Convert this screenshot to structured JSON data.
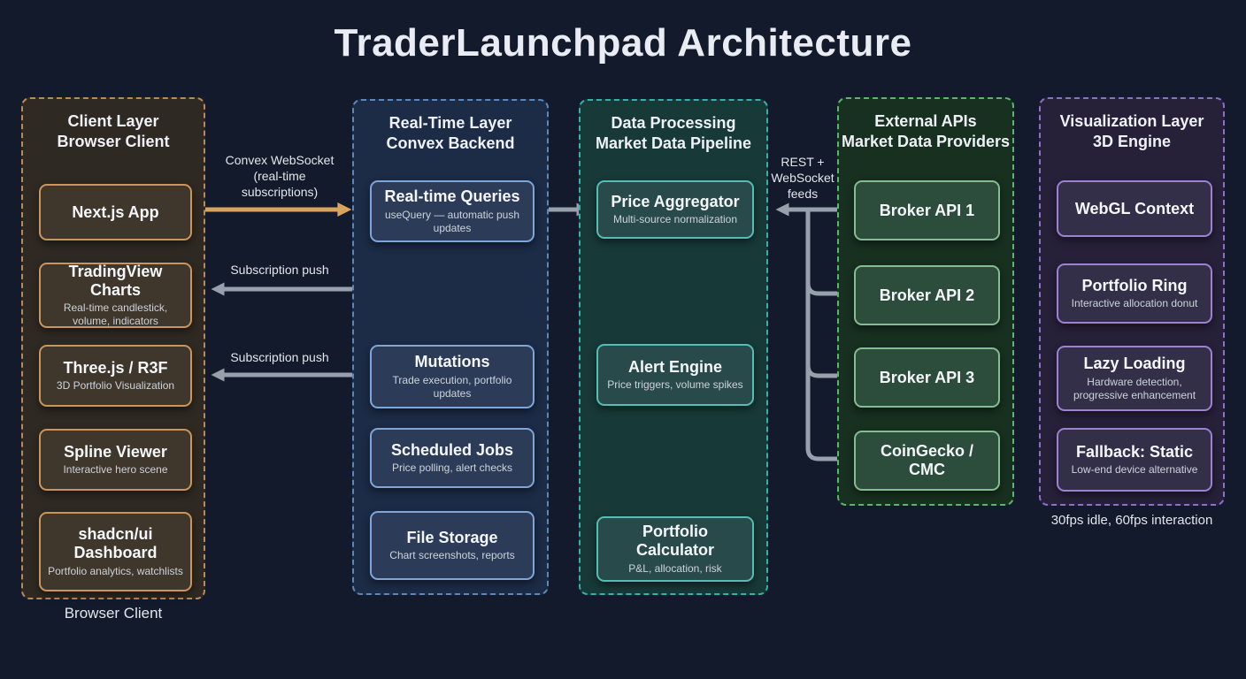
{
  "title": "TraderLaunchpad Architecture",
  "colors": {
    "background": "#131a2b",
    "arrow_orange": "#d9a55e",
    "arrow_gray": "#97a1ae",
    "arrow_teal": "#38a79e",
    "client_accent": "#cb955c",
    "realtime_accent": "#7ea6d8",
    "processing_accent": "#54beb5",
    "external_accent": "#84bd90",
    "visualization_accent": "#9d81d2"
  },
  "columns": {
    "client": {
      "header": "Client Layer\nBrowser Client",
      "caption": "Browser Client",
      "boxes": {
        "nextjs": {
          "title": "Next.js App"
        },
        "tradingview": {
          "title": "TradingView Charts",
          "subtitle": "Real-time candlestick, volume, indicators"
        },
        "threejs": {
          "title": "Three.js / R3F",
          "subtitle": "3D Portfolio Visualization"
        },
        "spline": {
          "title": "Spline Viewer",
          "subtitle": "Interactive hero scene"
        },
        "shadcn": {
          "title": "shadcn/ui Dashboard",
          "subtitle": "Portfolio analytics, watchlists"
        }
      }
    },
    "realtime": {
      "header": "Real-Time Layer\nConvex Backend",
      "boxes": {
        "queries": {
          "title": "Real-time Queries",
          "subtitle": "useQuery — automatic push updates"
        },
        "mutations": {
          "title": "Mutations",
          "subtitle": "Trade execution, portfolio updates"
        },
        "jobs": {
          "title": "Scheduled Jobs",
          "subtitle": "Price polling, alert checks"
        },
        "storage": {
          "title": "File Storage",
          "subtitle": "Chart screenshots, reports"
        }
      }
    },
    "processing": {
      "header": "Data Processing\nMarket Data Pipeline",
      "boxes": {
        "aggregator": {
          "title": "Price Aggregator",
          "subtitle": "Multi-source normalization"
        },
        "alert": {
          "title": "Alert Engine",
          "subtitle": "Price triggers, volume spikes"
        },
        "calculator": {
          "title": "Portfolio Calculator",
          "subtitle": "P&L, allocation, risk"
        }
      }
    },
    "external": {
      "header": "External APIs\nMarket Data Providers",
      "boxes": {
        "broker1": {
          "title": "Broker API 1"
        },
        "broker2": {
          "title": "Broker API 2"
        },
        "broker3": {
          "title": "Broker API 3"
        },
        "coingecko": {
          "title": "CoinGecko / CMC"
        }
      }
    },
    "visualization": {
      "header": "Visualization Layer\n3D Engine",
      "caption": "30fps idle, 60fps interaction",
      "boxes": {
        "webgl": {
          "title": "WebGL Context"
        },
        "ring": {
          "title": "Portfolio Ring",
          "subtitle": "Interactive allocation donut"
        },
        "lazy": {
          "title": "Lazy Loading",
          "subtitle": "Hardware detection, progressive enhancement"
        },
        "fallback": {
          "title": "Fallback: Static",
          "subtitle": "Low-end device alternative"
        }
      }
    }
  },
  "edges": {
    "convex_ws": "Convex WebSocket\n(real-time\nsubscriptions)",
    "sub_push_1": "Subscription push",
    "sub_push_2": "Subscription push",
    "rest_ws": "REST +\nWebSocket\nfeeds"
  }
}
